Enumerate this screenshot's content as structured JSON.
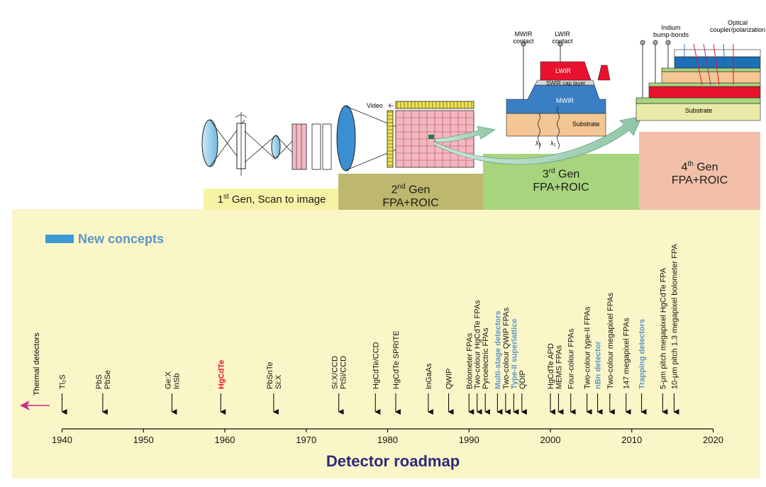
{
  "generations": [
    {
      "num": "1",
      "sup": "st",
      "text": " Gen, Scan to image",
      "color": "#f7f3a6"
    },
    {
      "num": "2",
      "sup": "nd",
      "text": " Gen",
      "line2": "FPA+ROIC",
      "color": "#bdb86d"
    },
    {
      "num": "3",
      "sup": "rd",
      "text": " Gen",
      "line2": "FPA+ROIC",
      "color": "#a9d47e"
    },
    {
      "num": "4",
      "sup": "th",
      "text": " Gen",
      "line2": "FPA+ROIC",
      "color": "#f2c0a8"
    }
  ],
  "illustrations": {
    "video": "Video",
    "mwir_contact": [
      "MWIR",
      "contact"
    ],
    "lwir_contact": [
      "LWIR",
      "contact"
    ],
    "lwir": "LWIR",
    "swir_cap": "SWIR cap layer",
    "mwir": "MWIR",
    "substrate3": "Substrate",
    "lambda2": "λ₂",
    "lambda1": "λ₁",
    "indium": [
      "Indium",
      "bump-bonds"
    ],
    "optical": [
      "Optical",
      "coupler/polarization"
    ],
    "substrate4": "Substrate"
  },
  "legend": {
    "label": "New concepts",
    "color": "#3c9ad6"
  },
  "roadmap": {
    "thermal": "Thermal detectors",
    "title": "Detector roadmap",
    "axis_ticks": [
      1940,
      1950,
      1960,
      1970,
      1980,
      1990,
      2000,
      2010,
      2020
    ],
    "entries": [
      {
        "year": 1940.0,
        "lines": [
          "Tl₂S"
        ],
        "style": "normal"
      },
      {
        "year": 1945.0,
        "lines": [
          "PbS",
          "PbSe"
        ],
        "style": "normal"
      },
      {
        "year": 1953.5,
        "lines": [
          "Ge:X",
          "InSb"
        ],
        "style": "normal"
      },
      {
        "year": 1959.5,
        "lines": [
          "HgCdTe"
        ],
        "style": "red"
      },
      {
        "year": 1966.0,
        "lines": [
          "PbSnTe",
          "Si:X"
        ],
        "style": "normal"
      },
      {
        "year": 1974.0,
        "lines": [
          "Si:X/CCD",
          "PtSi/CCD"
        ],
        "style": "normal"
      },
      {
        "year": 1978.5,
        "lines": [
          "HgCdTe/CCD"
        ],
        "style": "normal"
      },
      {
        "year": 1981.0,
        "lines": [
          "HgCdTe SPRITE"
        ],
        "style": "normal"
      },
      {
        "year": 1985.0,
        "lines": [
          "InGaAs"
        ],
        "style": "normal"
      },
      {
        "year": 1987.5,
        "lines": [
          "QWIP"
        ],
        "style": "normal"
      },
      {
        "year": 1990.0,
        "lines": [
          "Bolometer FPAs"
        ],
        "style": "normal"
      },
      {
        "year": 1991.0,
        "lines": [
          "Two-colour HgCdTe FPAs"
        ],
        "style": "normal"
      },
      {
        "year": 1992.0,
        "lines": [
          "Pyroelectric FPAs"
        ],
        "style": "normal"
      },
      {
        "year": 1993.5,
        "lines": [
          "Multi-stage detectors"
        ],
        "style": "blue"
      },
      {
        "year": 1994.5,
        "lines": [
          "Two-colour QWIP FPAs"
        ],
        "style": "normal"
      },
      {
        "year": 1995.5,
        "lines": [
          "Type-II superlattice"
        ],
        "style": "blue"
      },
      {
        "year": 1996.5,
        "lines": [
          "QDIP"
        ],
        "style": "normal"
      },
      {
        "year": 2000.0,
        "lines": [
          "HgCdTe APD"
        ],
        "style": "normal"
      },
      {
        "year": 2001.0,
        "lines": [
          "MEMS FPAs"
        ],
        "style": "normal"
      },
      {
        "year": 2002.5,
        "lines": [
          "Four-colour FPAs"
        ],
        "style": "normal"
      },
      {
        "year": 2004.5,
        "lines": [
          "Two-colour type-II FPAs"
        ],
        "style": "normal"
      },
      {
        "year": 2005.8,
        "lines": [
          "nBn detector"
        ],
        "style": "blue"
      },
      {
        "year": 2007.3,
        "lines": [
          "Two-colour megapixel FPAs"
        ],
        "style": "normal"
      },
      {
        "year": 2009.3,
        "lines": [
          "147 megapixel FPAs"
        ],
        "style": "normal"
      },
      {
        "year": 2011.2,
        "lines": [
          "Trapping detectors"
        ],
        "style": "blue"
      },
      {
        "year": 2013.8,
        "lines": [
          "5-μm pitch megapixel HgCdTe FPA"
        ],
        "style": "normal"
      },
      {
        "year": 2015.2,
        "lines": [
          "10-μm pitch 1.3 megapixel bolometer FPA"
        ],
        "style": "normal"
      }
    ]
  }
}
